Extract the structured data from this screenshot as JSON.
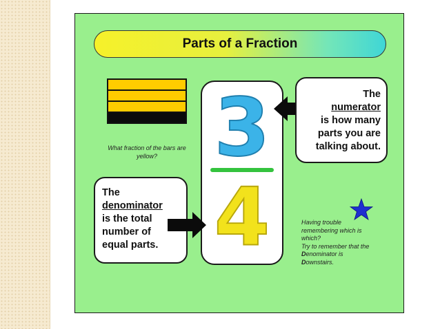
{
  "title": "Parts of a Fraction",
  "bars": {
    "colors": [
      "#ffcc00",
      "#ffcc00",
      "#ffcc00",
      "#0b0b0b"
    ],
    "question": "What fraction of the bars are yellow?"
  },
  "fraction": {
    "numerator": "3",
    "denominator": "4",
    "numerator_color": "#3bb3e8",
    "denominator_color": "#f2e21c",
    "line_color": "#34c33e"
  },
  "numerator_box": {
    "line1": "The",
    "term": "numerator",
    "line3": "is how many",
    "line4": "parts you are",
    "line5": "talking about."
  },
  "denominator_box": {
    "line1": "The",
    "term": "denominator",
    "line3": "is the total",
    "line4": "number of",
    "line5": "equal parts."
  },
  "tip": {
    "line1": "Having trouble",
    "line2": "remembering which is",
    "line3": "which?",
    "line4": "Try to remember that the",
    "denominator_first": "D",
    "denominator_rest": "enominator is",
    "downstairs_first": "D",
    "downstairs_rest": "ownstairs."
  },
  "icons": {
    "arrow_numerator": "black-arrow-left-icon",
    "arrow_denominator": "black-arrow-right-icon",
    "star": "blue-star-icon"
  }
}
